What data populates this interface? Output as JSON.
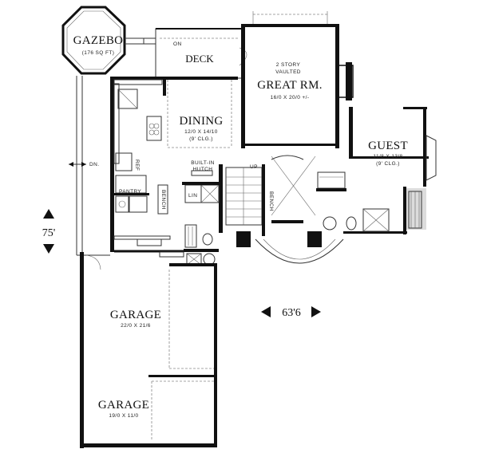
{
  "rooms": {
    "gazebo": {
      "name": "GAZEBO",
      "size": "(176 SQ FT)"
    },
    "deck": {
      "name": "DECK"
    },
    "deck_on": "ON",
    "great_rm": {
      "name": "GREAT RM.",
      "note1": "2 STORY",
      "note2": "VAULTED",
      "size": "16/0 X 20/0 +/-"
    },
    "dining": {
      "name": "DINING",
      "size": "12/0 X 14/10",
      "clg": "(9' CLG.)"
    },
    "guest": {
      "name": "GUEST",
      "size": "11/8 X 13/8",
      "clg": "(9' CLG.)"
    },
    "garage1": {
      "name": "GARAGE",
      "size": "22/0 X 21/6"
    },
    "garage2": {
      "name": "GARAGE",
      "size": "19/0 X 11/0"
    },
    "small_labels": {
      "built_in": "BUILT-IN",
      "hutch": "HUTCH",
      "up": "UP",
      "dn": "DN.",
      "ref": "REF",
      "pantry": "PANTRY",
      "bench1": "BENCH",
      "bench2": "BENCH",
      "lin": "LIN"
    }
  },
  "dimensions": {
    "depth": "75'",
    "width": "63'6"
  }
}
